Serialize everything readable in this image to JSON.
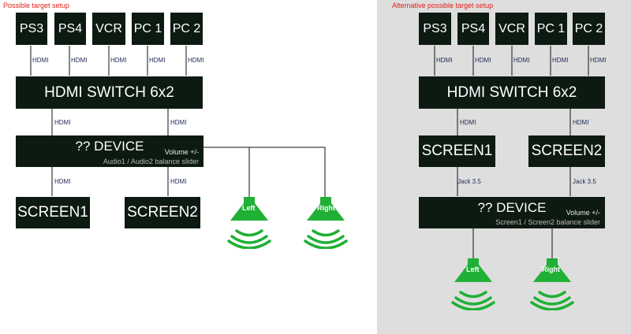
{
  "left": {
    "title": "Possible target setup",
    "sources": [
      "PS3",
      "PS4",
      "VCR",
      "PC 1",
      "PC 2"
    ],
    "source_link_label": "HDMI",
    "switch_label": "HDMI SWITCH 6x2",
    "switch_link_label": "HDMI",
    "device": {
      "name": "?? DEVICE",
      "volume": "Volume +/-",
      "balance": "Audio1 / Audio2 balance slider"
    },
    "screen_link_label": "HDMI",
    "screens": [
      "SCREEN1",
      "SCREEN2"
    ],
    "speakers": [
      "Left",
      "Right"
    ]
  },
  "right": {
    "title": "Alternative possible target setup",
    "sources": [
      "PS3",
      "PS4",
      "VCR",
      "PC 1",
      "PC 2"
    ],
    "source_link_label": "HDMI",
    "switch_label": "HDMI SWITCH 6x2",
    "switch_link_label": "HDMI",
    "screens": [
      "SCREEN1",
      "SCREEN2"
    ],
    "jack_label": "Jack 3.5",
    "device": {
      "name": "?? DEVICE",
      "volume": "Volume +/-",
      "balance": "Screen1 / Screen2 balance slider"
    },
    "speakers": [
      "Left",
      "Right"
    ]
  },
  "colors": {
    "box": "#0d1a12",
    "speaker": "#20b035",
    "title": "#e0201a",
    "right_panel_bg": "#dedede"
  }
}
